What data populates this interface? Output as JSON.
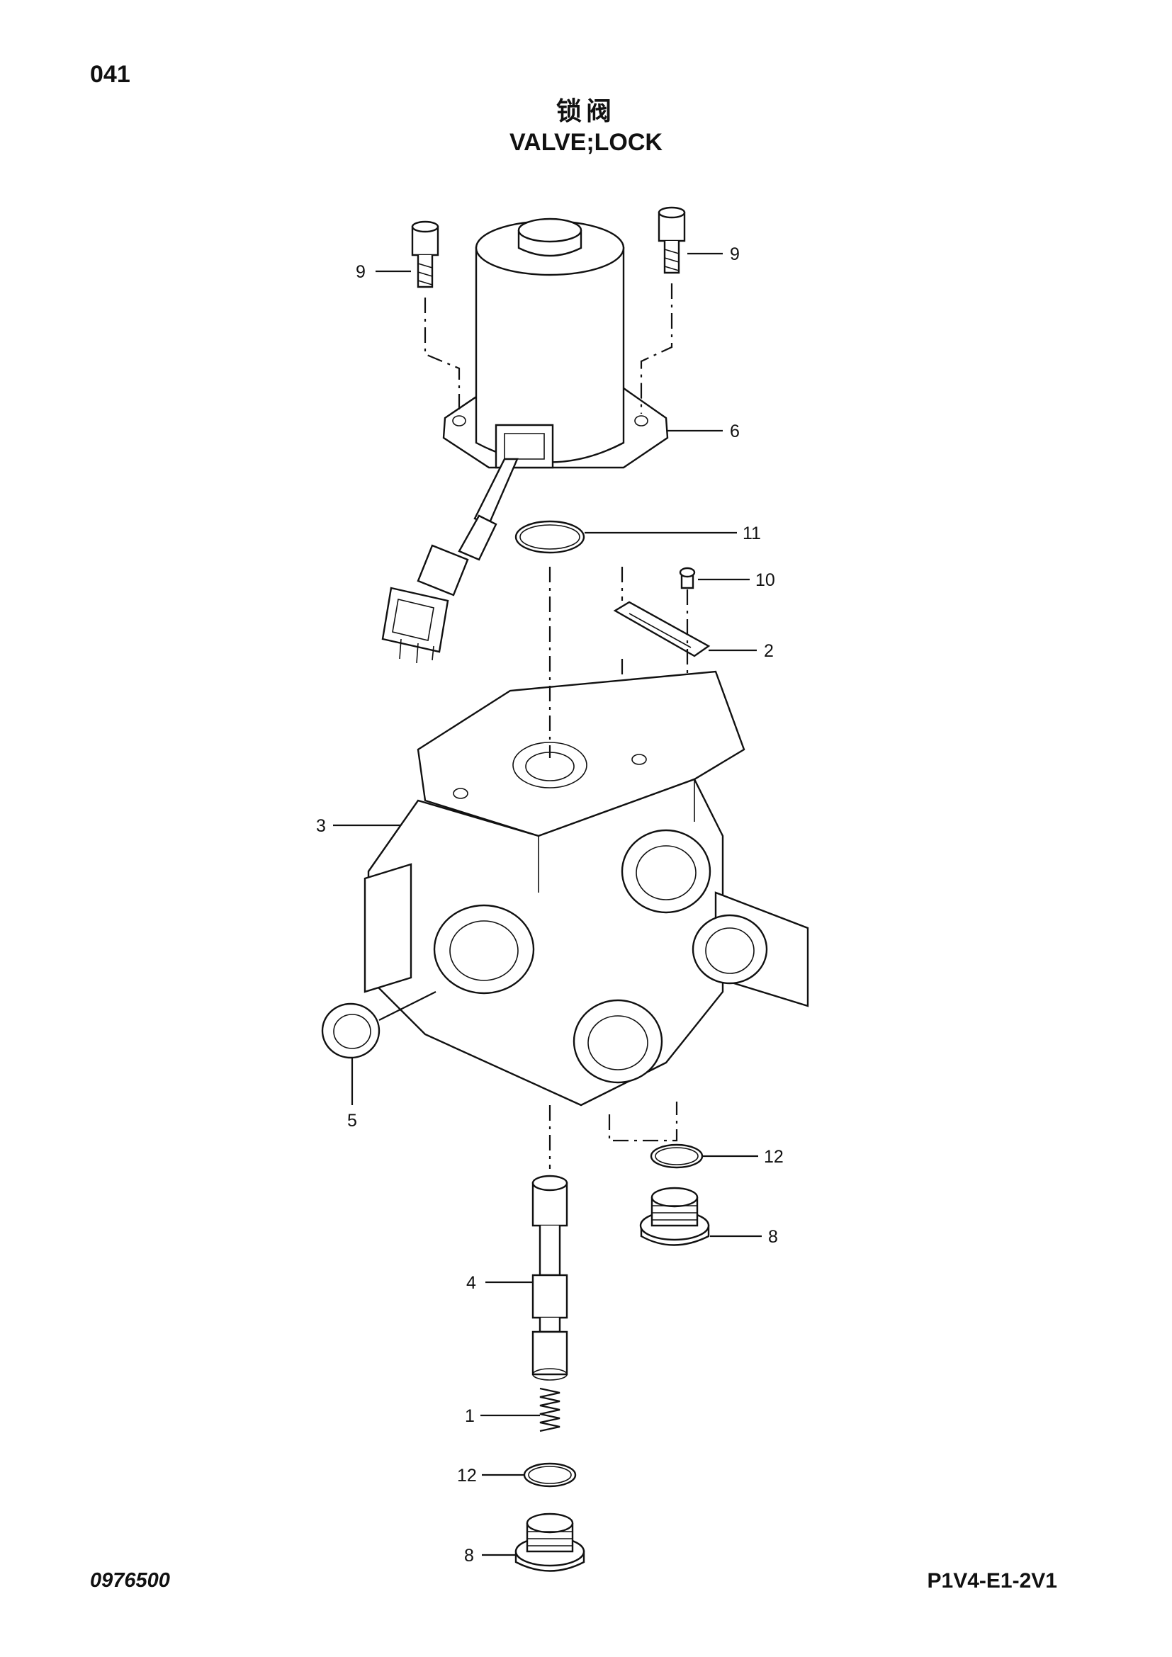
{
  "header": {
    "page_number": "041",
    "title_cn": "锁阀",
    "title_en": "VALVE;LOCK"
  },
  "footer": {
    "doc_code": "0976500",
    "figure_code": "P1V4-E1-2V1"
  },
  "callouts": {
    "bolt_left": "9",
    "bolt_right": "9",
    "solenoid": "6",
    "oring_top": "11",
    "screw": "10",
    "plate": "2",
    "body": "3",
    "plug_side": "5",
    "oring_right": "12",
    "plug_right": "8",
    "spool": "4",
    "spring": "1",
    "oring_bottom": "12",
    "plug_bottom": "8"
  }
}
